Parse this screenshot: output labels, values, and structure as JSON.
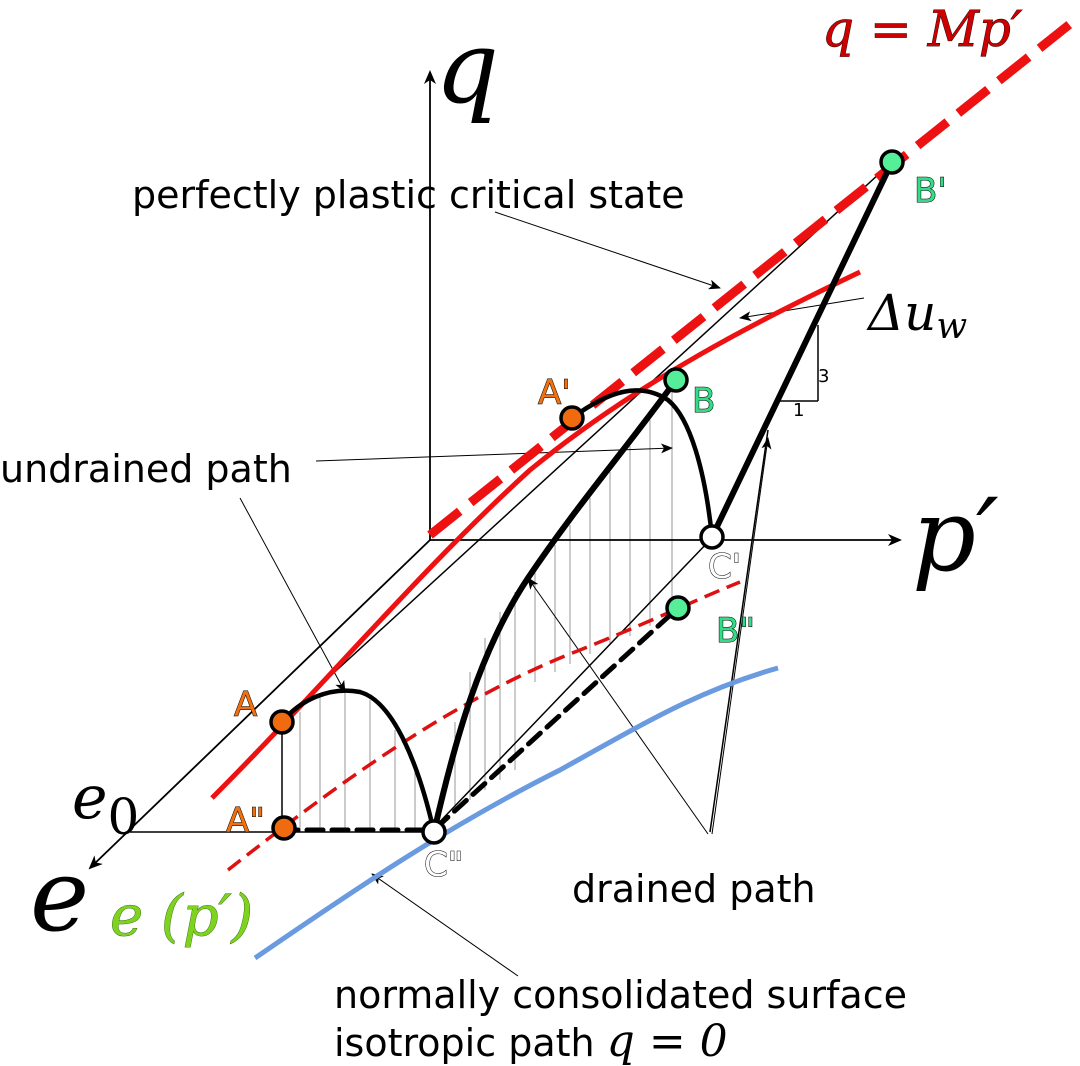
{
  "axes": {
    "q_label": "q",
    "p_label": "p′",
    "e_label": "e",
    "e0_label": "e",
    "e0_sub": "0"
  },
  "labels": {
    "csl_equation": "q = Mp′",
    "critical_state": "perfectly plastic critical state",
    "delta_u": "Δu",
    "delta_u_sub": "w",
    "undrained_path": "undrained path",
    "drained_path": "drained path",
    "ncs_line1": "normally consolidated surface",
    "ncs_line2": "isotropic path ",
    "ncs_line2_math": "q = 0",
    "e_of_p": "e (p′)",
    "slope_run": "1",
    "slope_rise": "3"
  },
  "points": {
    "A": "A",
    "A_prime": "A'",
    "A_dprime": "A\"",
    "B": "B",
    "B_prime": "B'",
    "B_dprime": "B\"",
    "C_prime": "C'",
    "C_dprime": "C\""
  },
  "colors": {
    "critical_state_line": "#ee1111",
    "ncs_curve": "#6a9be0",
    "point_orange": "#f06a10",
    "point_green": "#55ee99",
    "label_orange": "#f07010",
    "label_green": "#33dd88",
    "csl_label": "#cc0000",
    "e_of_p_label": "#7ed321"
  }
}
